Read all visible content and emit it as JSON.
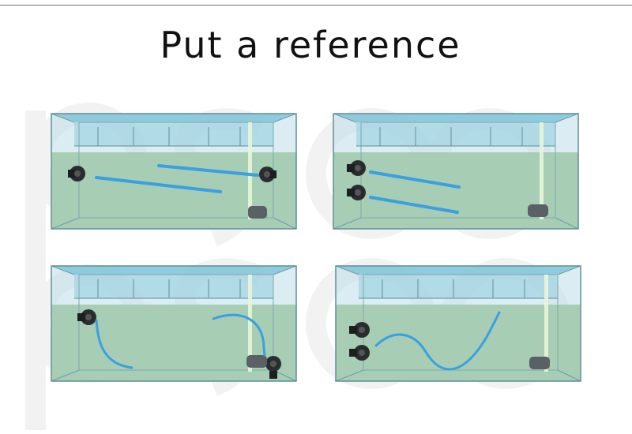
{
  "slide": {
    "title": "Put a reference"
  },
  "colors": {
    "water": "#a5cdb4",
    "glass": "#7fc3d9",
    "frame": "#6a9aa5",
    "flow": "#3aa0e0",
    "pump": "#2a2d30",
    "watermark": "#f3f3f3"
  },
  "tanks": [
    {
      "scenario": "pumps-opposite-ends-straight-flow"
    },
    {
      "scenario": "two-pumps-same-end-straight-flow"
    },
    {
      "scenario": "pumps-opposite-ends-curved-flow"
    },
    {
      "scenario": "two-pumps-same-end-wave-flow"
    }
  ]
}
